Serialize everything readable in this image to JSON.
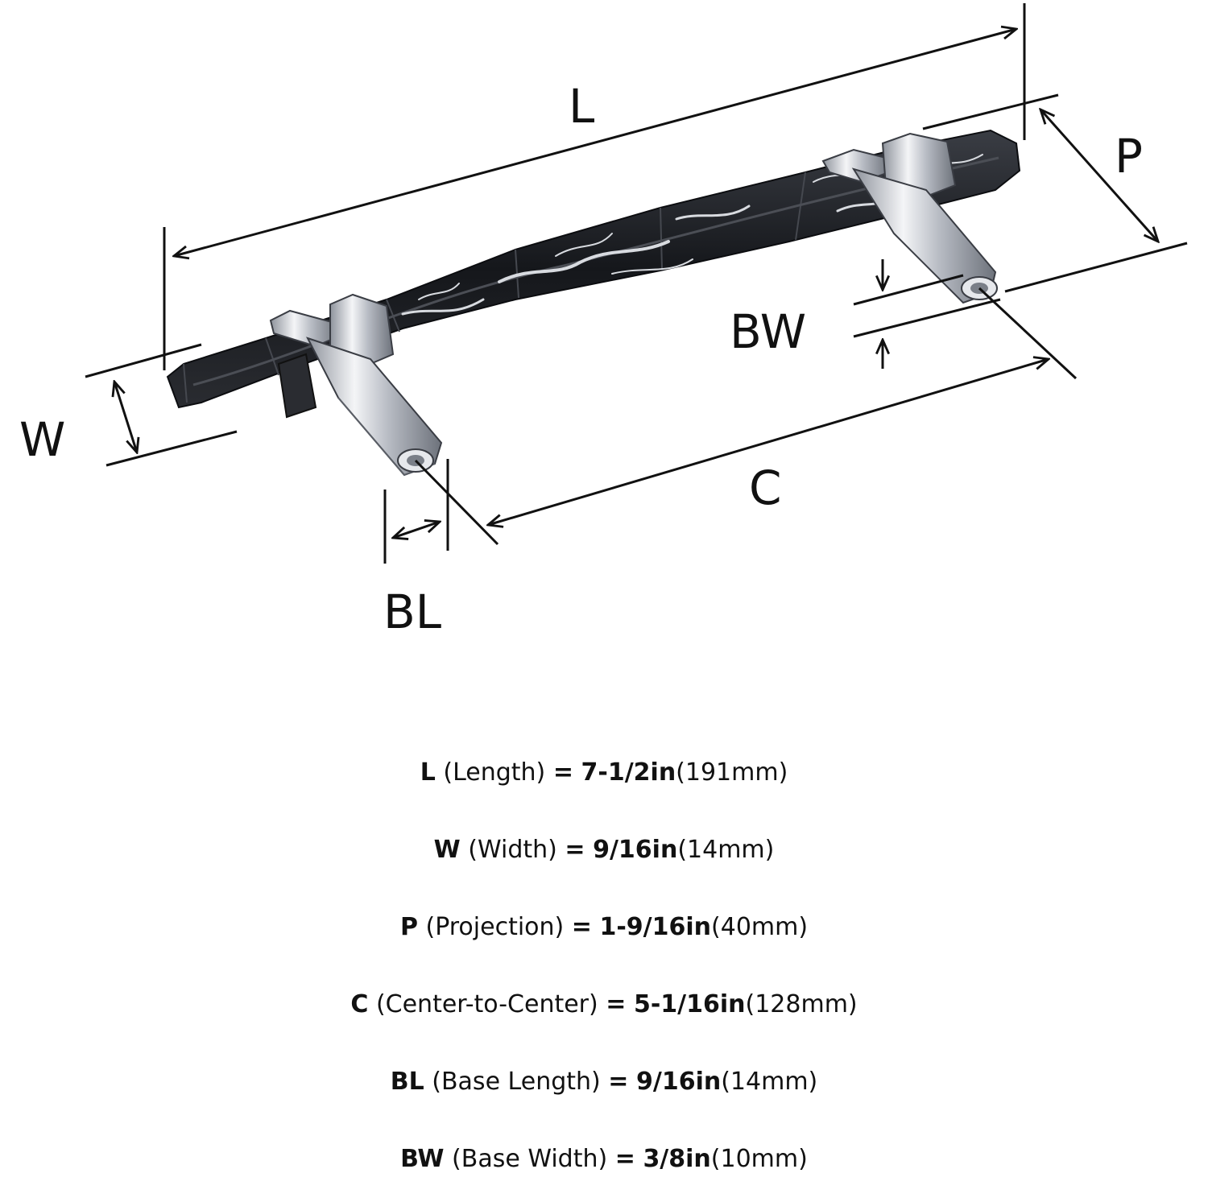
{
  "diagram": {
    "labels": {
      "L": "L",
      "P": "P",
      "W": "W",
      "BW": "BW",
      "C": "C",
      "BL": "BL"
    },
    "colors": {
      "line": "#111111",
      "handle": "#1b1d22",
      "marble_vein": "#d8dbe0",
      "chrome": "#c9ccd2"
    }
  },
  "specs": [
    {
      "code": "L",
      "name": "(Length)",
      "equals": "=",
      "imperial": "7-1/2in",
      "metric": "(191mm)"
    },
    {
      "code": "W",
      "name": "(Width)",
      "equals": "=",
      "imperial": "9/16in",
      "metric": "(14mm)"
    },
    {
      "code": "P",
      "name": "(Projection)",
      "equals": "=",
      "imperial": "1-9/16in",
      "metric": "(40mm)"
    },
    {
      "code": "C",
      "name": "(Center-to-Center)",
      "equals": "=",
      "imperial": "5-1/16in",
      "metric": "(128mm)"
    },
    {
      "code": "BL",
      "name": "(Base Length)",
      "equals": "=",
      "imperial": "9/16in",
      "metric": "(14mm)"
    },
    {
      "code": "BW",
      "name": "(Base Width)",
      "equals": "=",
      "imperial": "3/8in",
      "metric": "(10mm)"
    }
  ]
}
